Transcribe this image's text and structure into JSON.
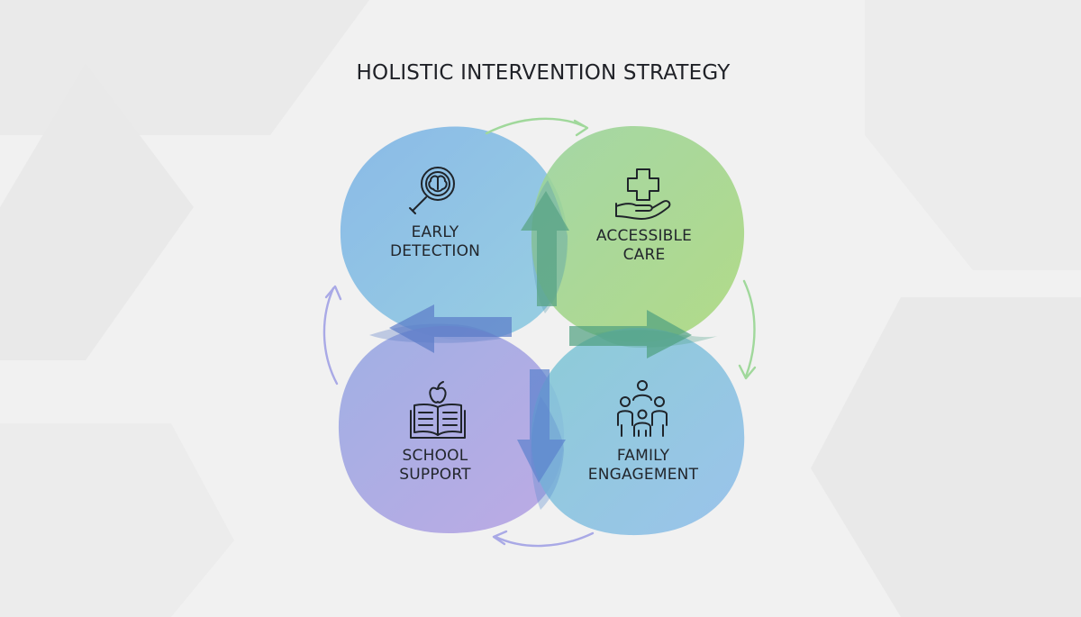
{
  "title": "HOLISTIC INTERVENTION STRATEGY",
  "quadrants": [
    {
      "id": "early",
      "line1": "EARLY",
      "line2": "DETECTION",
      "icon": "magnifier-brain-icon"
    },
    {
      "id": "care",
      "line1": "ACCESSIBLE",
      "line2": "CARE",
      "icon": "hand-cross-icon"
    },
    {
      "id": "school",
      "line1": "SCHOOL",
      "line2": "SUPPORT",
      "icon": "book-apple-icon"
    },
    {
      "id": "family",
      "line1": "FAMILY",
      "line2": "ENGAGEMENT",
      "icon": "family-group-icon"
    }
  ],
  "colors": {
    "background": "#f1f1f1",
    "early": "#7cb6e3",
    "care": "#a6d68a",
    "school": "#ab9fe0",
    "family": "#86c6d8",
    "overlap_arrow": "#6a9bd6",
    "green_arrow": "#9fd79b",
    "purple_arrow": "#a8a8e6",
    "text": "#22262c"
  }
}
